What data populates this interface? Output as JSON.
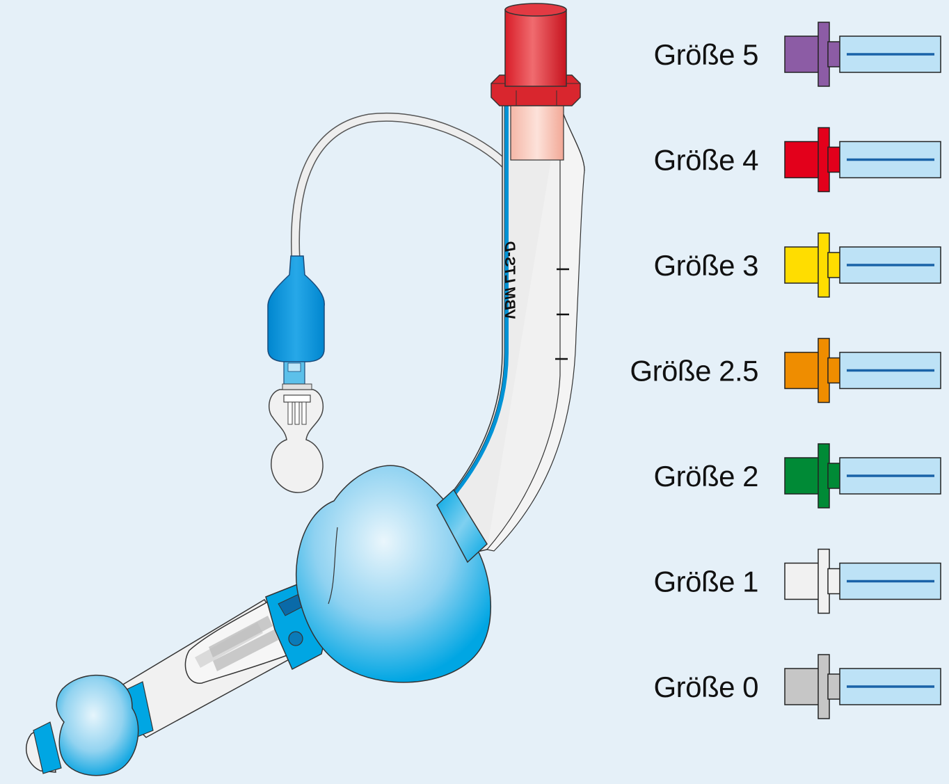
{
  "tube": {
    "imprint": "VBM  LTS-D"
  },
  "sizes": [
    {
      "label": "Größe 5",
      "color": "#8c5ca5"
    },
    {
      "label": "Größe 4",
      "color": "#e3001b"
    },
    {
      "label": "Größe 3",
      "color": "#ffdd00"
    },
    {
      "label": "Größe 2.5",
      "color": "#ef8d00"
    },
    {
      "label": "Größe 2",
      "color": "#008a36"
    },
    {
      "label": "Größe 1",
      "color": "#f1f1f1"
    },
    {
      "label": "Größe 0",
      "color": "#c6c6c6"
    }
  ],
  "colors": {
    "background": "#e5f0f8",
    "cuff_blue": "#00a6e3",
    "syringe_body": "#bde2f6",
    "syringe_line": "#1a63a8",
    "connector_red": "#d9262e"
  }
}
